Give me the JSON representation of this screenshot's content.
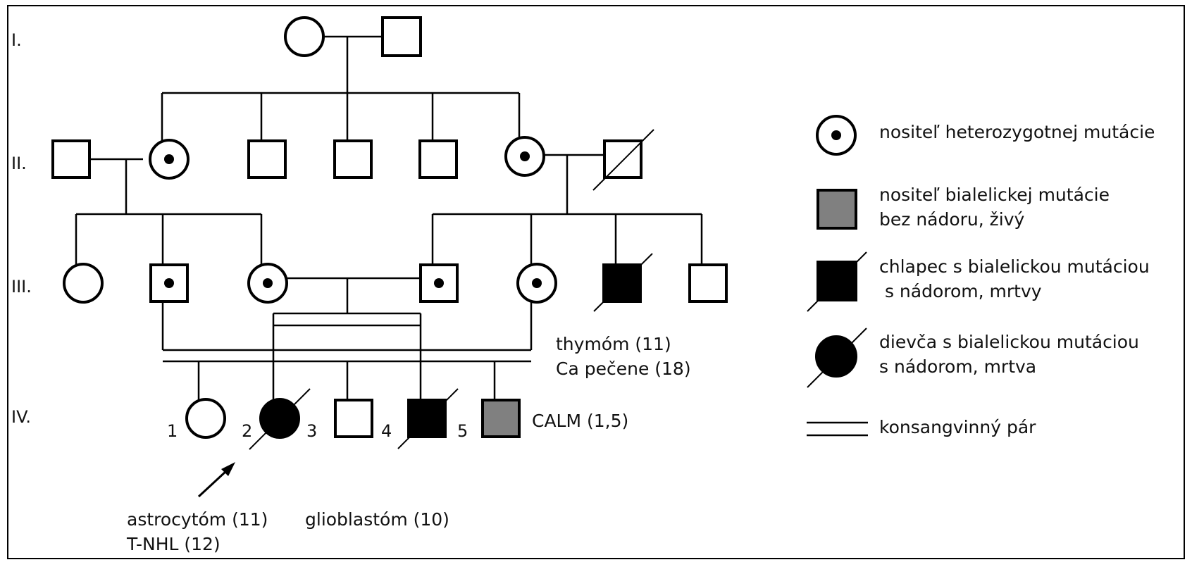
{
  "generations": [
    "I.",
    "II.",
    "III.",
    "IV."
  ],
  "individual_numbers": [
    "1",
    "2",
    "3",
    "4",
    "5"
  ],
  "annotations": {
    "iii6": [
      "thymóm (11)",
      "Ca pečene (18)"
    ],
    "iv5": "CALM (1,5)",
    "iv2": [
      "astrocytóm (11)",
      "T-NHL (12)"
    ],
    "iv4": "glioblastóm (10)"
  },
  "legend": [
    {
      "symbol": "circle-dot",
      "text": [
        "nositeľ heterozygotnej mutácie"
      ]
    },
    {
      "symbol": "grey-square",
      "text": [
        "nositeľ bialelickej mutácie",
        "bez nádoru, živý"
      ]
    },
    {
      "symbol": "black-square-deceased",
      "text": [
        "chlapec s bialelickou mutáciou",
        " s nádorom, mrtvy"
      ]
    },
    {
      "symbol": "black-circle-deceased",
      "text": [
        "dievča s bialelickou  mutáciou",
        "s nádorom, mrtva"
      ]
    },
    {
      "symbol": "double-line",
      "text": [
        "konsangvinný pár"
      ]
    }
  ],
  "colors": {
    "affected": "#000000",
    "carrier_biallelic_unaffected": "#808080",
    "line": "#000000",
    "background": "#ffffff"
  }
}
